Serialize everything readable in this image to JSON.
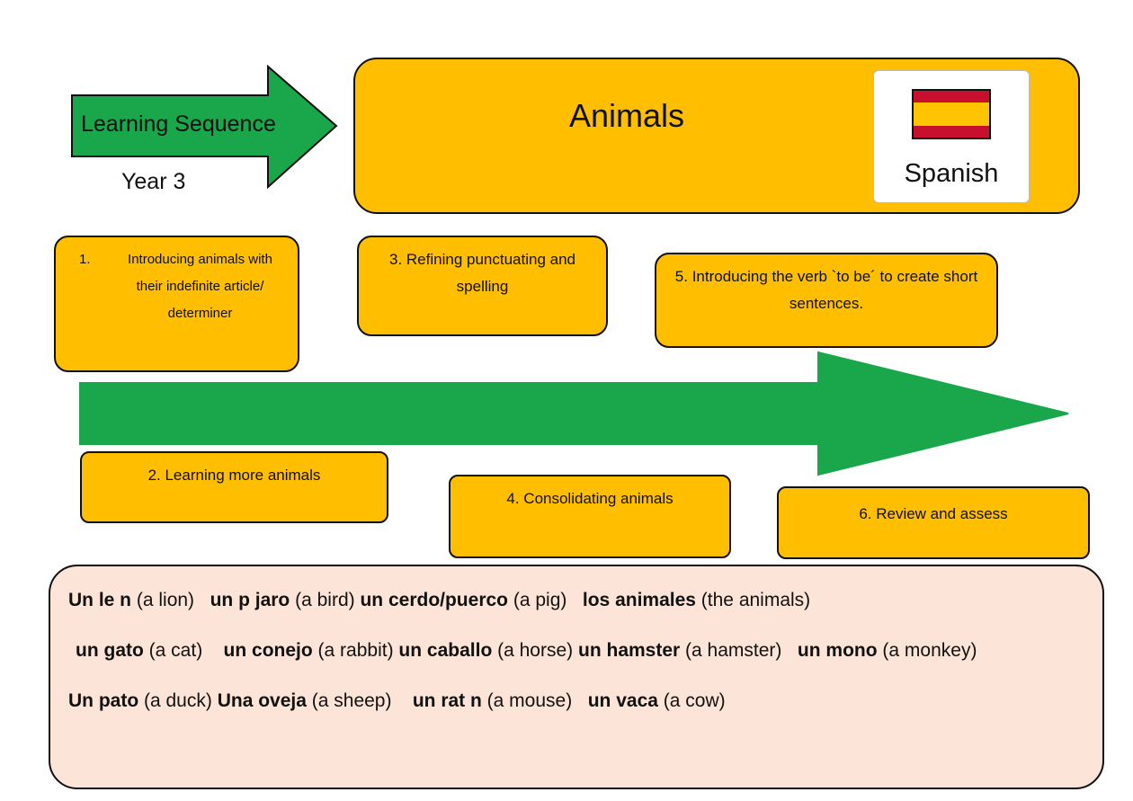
{
  "header": {
    "sequence_label": "Learning Sequence",
    "year_label": "Year 3",
    "topic_title": "Animals",
    "language_label": "Spanish",
    "flag_colors": {
      "red": "#c8102e",
      "yellow": "#ffc400"
    }
  },
  "colors": {
    "orange": "#ffbf00",
    "green": "#1aa64a",
    "vocab_bg": "#fde4d8",
    "border": "#111111"
  },
  "steps": [
    {
      "number": "1.",
      "label": "Introducing animals with their indefinite article/ determiner"
    },
    {
      "label": "2. Learning more animals"
    },
    {
      "label": "3. Refining punctuating and spelling"
    },
    {
      "label": "4. Consolidating animals"
    },
    {
      "label": "5. Introducing the verb `to be´ to create short sentences."
    },
    {
      "label": "6. Review and assess"
    }
  ],
  "vocab": {
    "lines": [
      [
        {
          "es": "Un le n",
          "en": "(a lion)"
        },
        {
          "es": "un p jaro",
          "en": "(a bird)"
        },
        {
          "es": "un cerdo/puerco",
          "en": "(a pig)"
        },
        {
          "es": "los animales",
          "en": "(the animals)"
        }
      ],
      [
        {
          "es": "un gato",
          "en": "(a cat)"
        },
        {
          "es": "un conejo",
          "en": "(a rabbit)"
        },
        {
          "es": "un caballo",
          "en": "(a horse)"
        },
        {
          "es": "un hamster",
          "en": "(a hamster)"
        },
        {
          "es": "un mono",
          "en": "(a monkey)"
        }
      ],
      [
        {
          "es": "Un pato",
          "en": "(a duck)"
        },
        {
          "es": "Una oveja",
          "en": "(a sheep)"
        },
        {
          "es": "un rat n",
          "en": "(a mouse)"
        },
        {
          "es": "un vaca",
          "en": "(a cow)"
        }
      ]
    ]
  }
}
